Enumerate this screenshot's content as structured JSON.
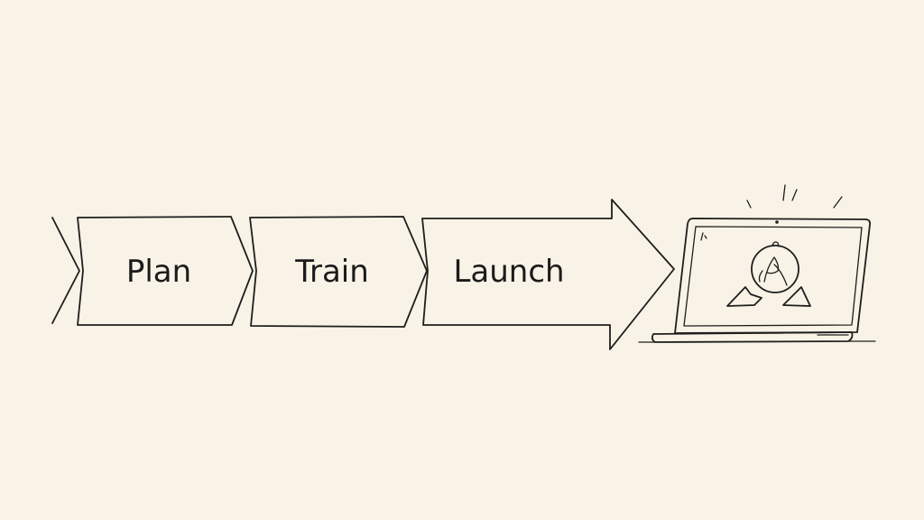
{
  "diagram": {
    "steps": [
      {
        "label": "Plan"
      },
      {
        "label": "Train"
      },
      {
        "label": "Launch"
      }
    ],
    "end_icon": "laptop-with-launch-emblem-icon",
    "colors": {
      "background": "#f8f3e6",
      "ink": "#1e1e1e"
    }
  }
}
